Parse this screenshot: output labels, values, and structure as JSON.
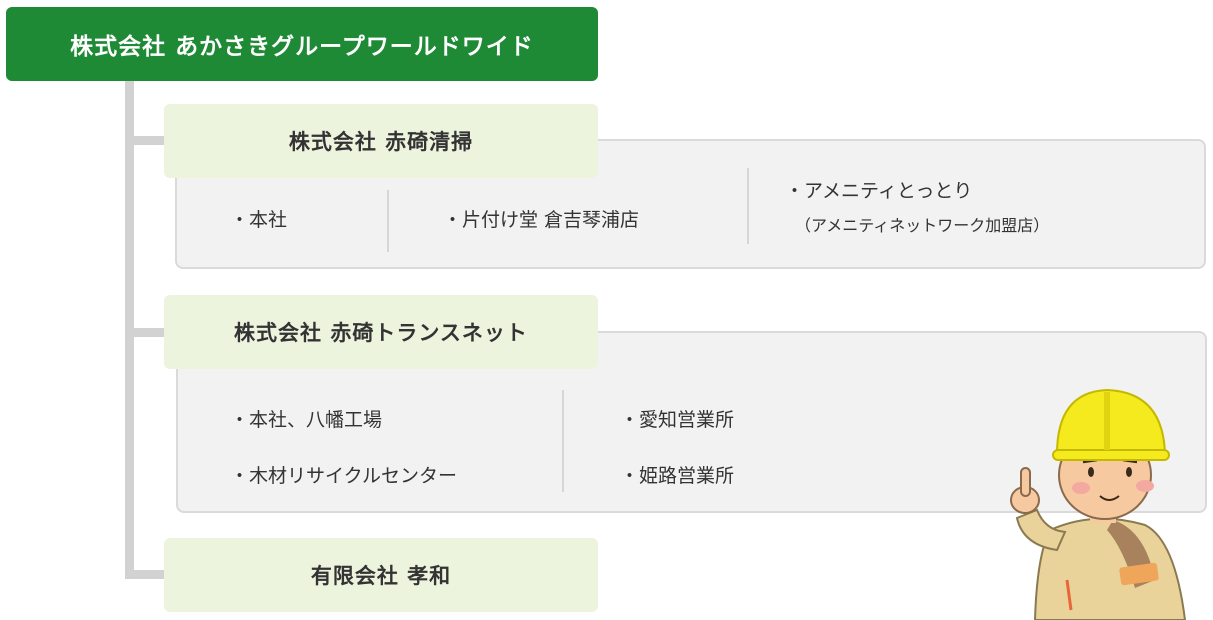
{
  "root": {
    "label": "株式会社 あかさきグループワールドワイド"
  },
  "companies": [
    {
      "name": "株式会社 赤碕清掃",
      "locations": [
        "・本社",
        "・片付け堂 倉吉琴浦店",
        "・アメニティとっとり",
        "（アメニティネットワーク加盟店）"
      ]
    },
    {
      "name": "株式会社 赤碕トランスネット",
      "locations": [
        "・本社、八幡工場",
        "・木材リサイクルセンター",
        "・愛知営業所",
        "・姫路営業所"
      ]
    },
    {
      "name": "有限会社 孝和"
    }
  ],
  "colors": {
    "root_bg": "#1f8a35",
    "company_bg": "#edf4de",
    "panel_bg": "#f2f2f2",
    "connector": "#d2d2d2",
    "helmet": "#f5ea1e"
  },
  "illustration": {
    "icon": "worker-with-helmet-pointing-icon"
  }
}
